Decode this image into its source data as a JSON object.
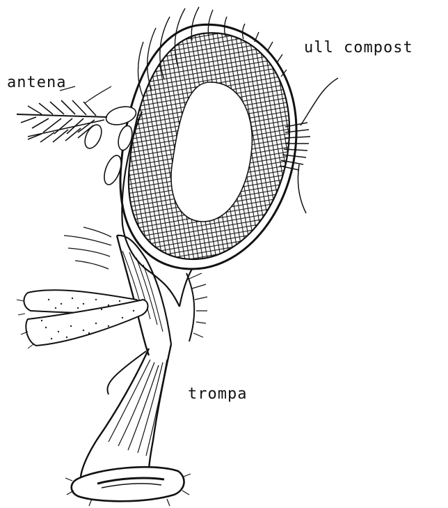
{
  "diagram": {
    "labels": {
      "antenna": "antena",
      "compound_eye": "ull compost",
      "proboscis": "trompa"
    },
    "colors": {
      "ink": "#111111",
      "paper": "#ffffff",
      "stipple": "#222222"
    }
  }
}
